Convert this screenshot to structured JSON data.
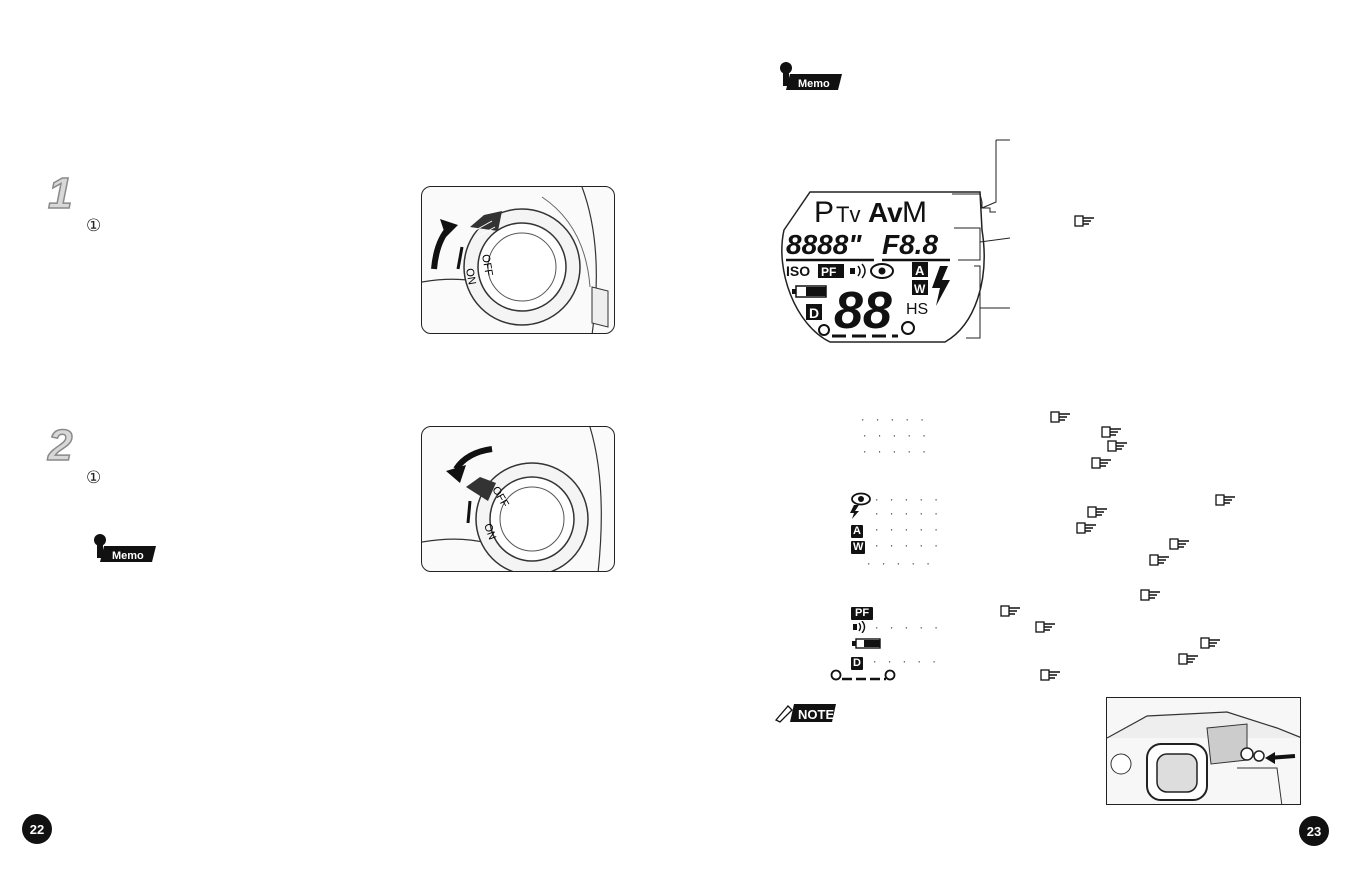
{
  "left_page": {
    "step1": {
      "number": "1",
      "substep": "①"
    },
    "step2": {
      "number": "2",
      "substep": "①"
    },
    "dial1": {
      "off_label": "OFF",
      "on_label": "ON"
    },
    "dial2": {
      "off_label": "OFF",
      "on_label": "ON"
    },
    "memo_label": "Memo",
    "page_number": "22"
  },
  "right_page": {
    "memo_label": "Memo",
    "note_label": "NOTE",
    "page_number": "23",
    "lcd": {
      "modes": [
        "P",
        "Tv",
        "Av",
        "M"
      ],
      "shutter": "8888\"",
      "aperture": "F8.8",
      "iso": "ISO",
      "pf": "PF",
      "flash_mode_a": "A",
      "flash_mode_w": "W",
      "frame_counter": "88",
      "hs": "HS",
      "d_badge": "D"
    },
    "legend": {
      "dots": "· · · · ·",
      "pf": "PF",
      "a": "A",
      "w": "W",
      "d": "D"
    }
  },
  "colors": {
    "ink": "#111111",
    "step_fill": "#d8d8d8",
    "step_outline": "#8a8a8a"
  }
}
